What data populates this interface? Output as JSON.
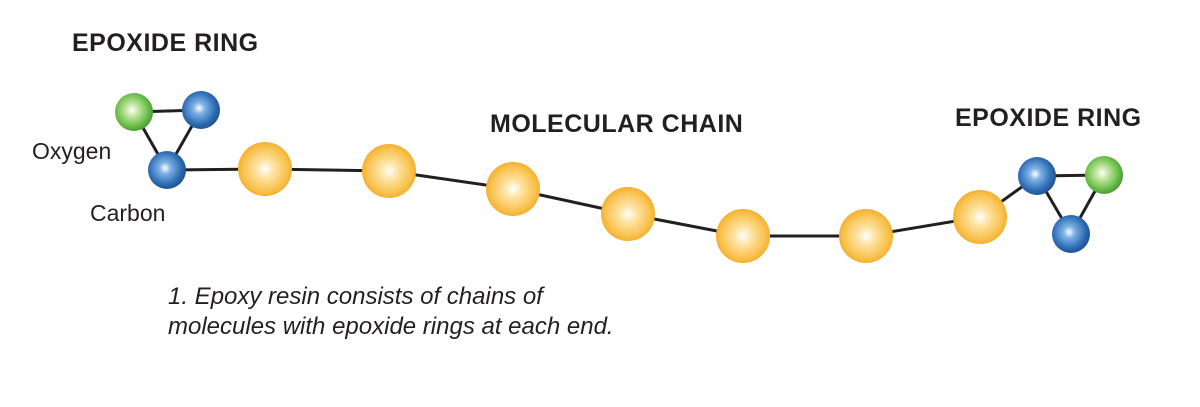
{
  "headings": {
    "left_ring": "EPOXIDE RING",
    "chain": "MOLECULAR CHAIN",
    "right_ring": "EPOXIDE RING"
  },
  "labels": {
    "oxygen": "Oxygen",
    "carbon": "Carbon"
  },
  "caption": "1. Epoxy resin consists of chains of molecules with epoxide rings at each end.",
  "colors": {
    "oxygen_atom": "#6cbf4a",
    "carbon_atom": "#2f6db5",
    "chain_unit": "#f7b733",
    "bond": "#231f20",
    "text": "#231f20"
  }
}
